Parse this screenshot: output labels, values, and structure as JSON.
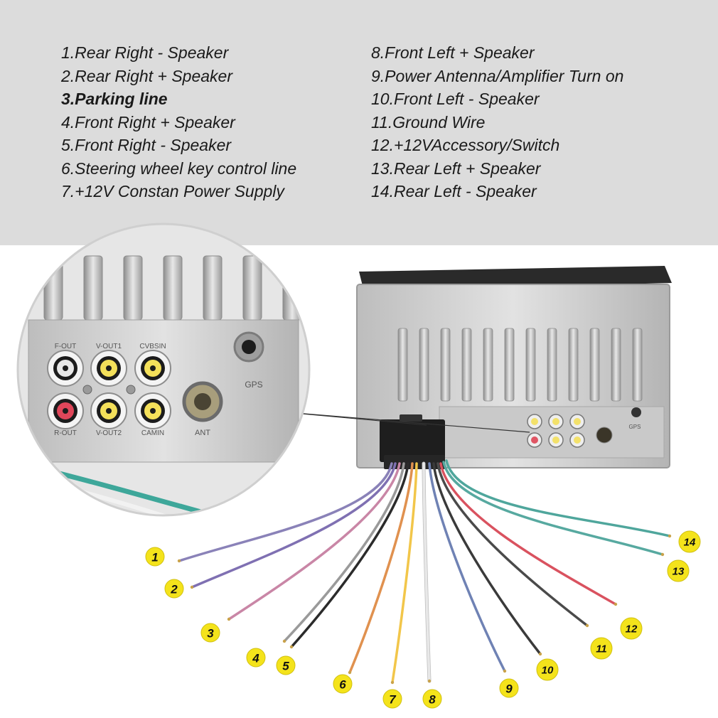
{
  "legend": {
    "left": [
      {
        "text": "1.Rear Right - Speaker"
      },
      {
        "text": "2.Rear Right + Speaker"
      },
      {
        "text": "3.Parking line",
        "bold": true
      },
      {
        "text": "4.Front Right + Speaker"
      },
      {
        "text": "5.Front Right - Speaker"
      },
      {
        "text": "6.Steering wheel key control line"
      },
      {
        "text": "7.+12V Constan Power Supply"
      }
    ],
    "right": [
      {
        "text": "8.Front Left + Speaker"
      },
      {
        "text": "9.Power Antenna/Amplifier Turn on"
      },
      {
        "text": "10.Front Left - Speaker"
      },
      {
        "text": "11.Ground Wire"
      },
      {
        "text": "12.+12VAccessory/Switch"
      },
      {
        "text": "13.Rear Left + Speaker"
      },
      {
        "text": "14.Rear Left - Speaker"
      }
    ]
  },
  "ports": {
    "top_row": [
      "F-OUT",
      "V-OUT1",
      "CVBSIN"
    ],
    "bottom_row": [
      "R-OUT",
      "V-OUT2",
      "CAMIN"
    ],
    "antenna": "ANT",
    "gps": "GPS"
  },
  "wires": [
    {
      "number": "1",
      "color": "#8a82b8"
    },
    {
      "number": "2",
      "color": "#7f70b2"
    },
    {
      "number": "3",
      "color": "#c986a6"
    },
    {
      "number": "4",
      "color": "#9a9a9a"
    },
    {
      "number": "5",
      "color": "#2b2b2b"
    },
    {
      "number": "6",
      "color": "#e0914f"
    },
    {
      "number": "7",
      "color": "#f2c64a"
    },
    {
      "number": "8",
      "color": "#e8e8e8"
    },
    {
      "number": "9",
      "color": "#6f82b4"
    },
    {
      "number": "10",
      "color": "#3a3a3a"
    },
    {
      "number": "11",
      "color": "#4a4a4a"
    },
    {
      "number": "12",
      "color": "#d9525f"
    },
    {
      "number": "13",
      "color": "#57a9a0"
    },
    {
      "number": "14",
      "color": "#4fa69c"
    }
  ],
  "colors": {
    "panel": "#dcdcdc",
    "badge": "#f4e31b",
    "housing": "#c4c4c4"
  }
}
